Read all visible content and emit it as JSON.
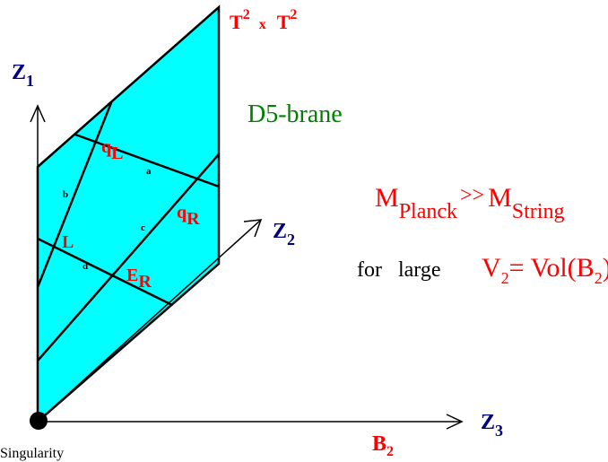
{
  "colors": {
    "brane_fill": "#00ffff",
    "line": "#000000",
    "label_red": "#ff0000",
    "axis_blue": "#000080",
    "brane_green": "#008000"
  },
  "labels": {
    "z1": {
      "base": "Z",
      "sub": "1"
    },
    "z2": {
      "base": "Z",
      "sub": "2"
    },
    "z3": {
      "base": "Z",
      "sub": "3"
    },
    "b2": {
      "base": "B",
      "sub": "2"
    },
    "torus": {
      "t1": "T",
      "p1": "2",
      "x": "x",
      "t2": "T",
      "p2": "2"
    },
    "d5_brane": "D5-brane",
    "singularity": "Singularity",
    "qL": {
      "base": "q",
      "sub": "L"
    },
    "qR": {
      "base": "q",
      "sub": "R"
    },
    "L": "L",
    "ER": {
      "base": "E",
      "sub": "R"
    },
    "a": "a",
    "b": "b",
    "c": "c",
    "d": "d"
  },
  "formula": {
    "m1": "M",
    "planck": "Planck",
    "gg": ">>",
    "m2": "M",
    "string": "String",
    "for": "for",
    "large": "large",
    "v": "V",
    "v_sub": "2",
    "eq": "= Vol(B",
    "b_sub": "2",
    "close": ")"
  }
}
